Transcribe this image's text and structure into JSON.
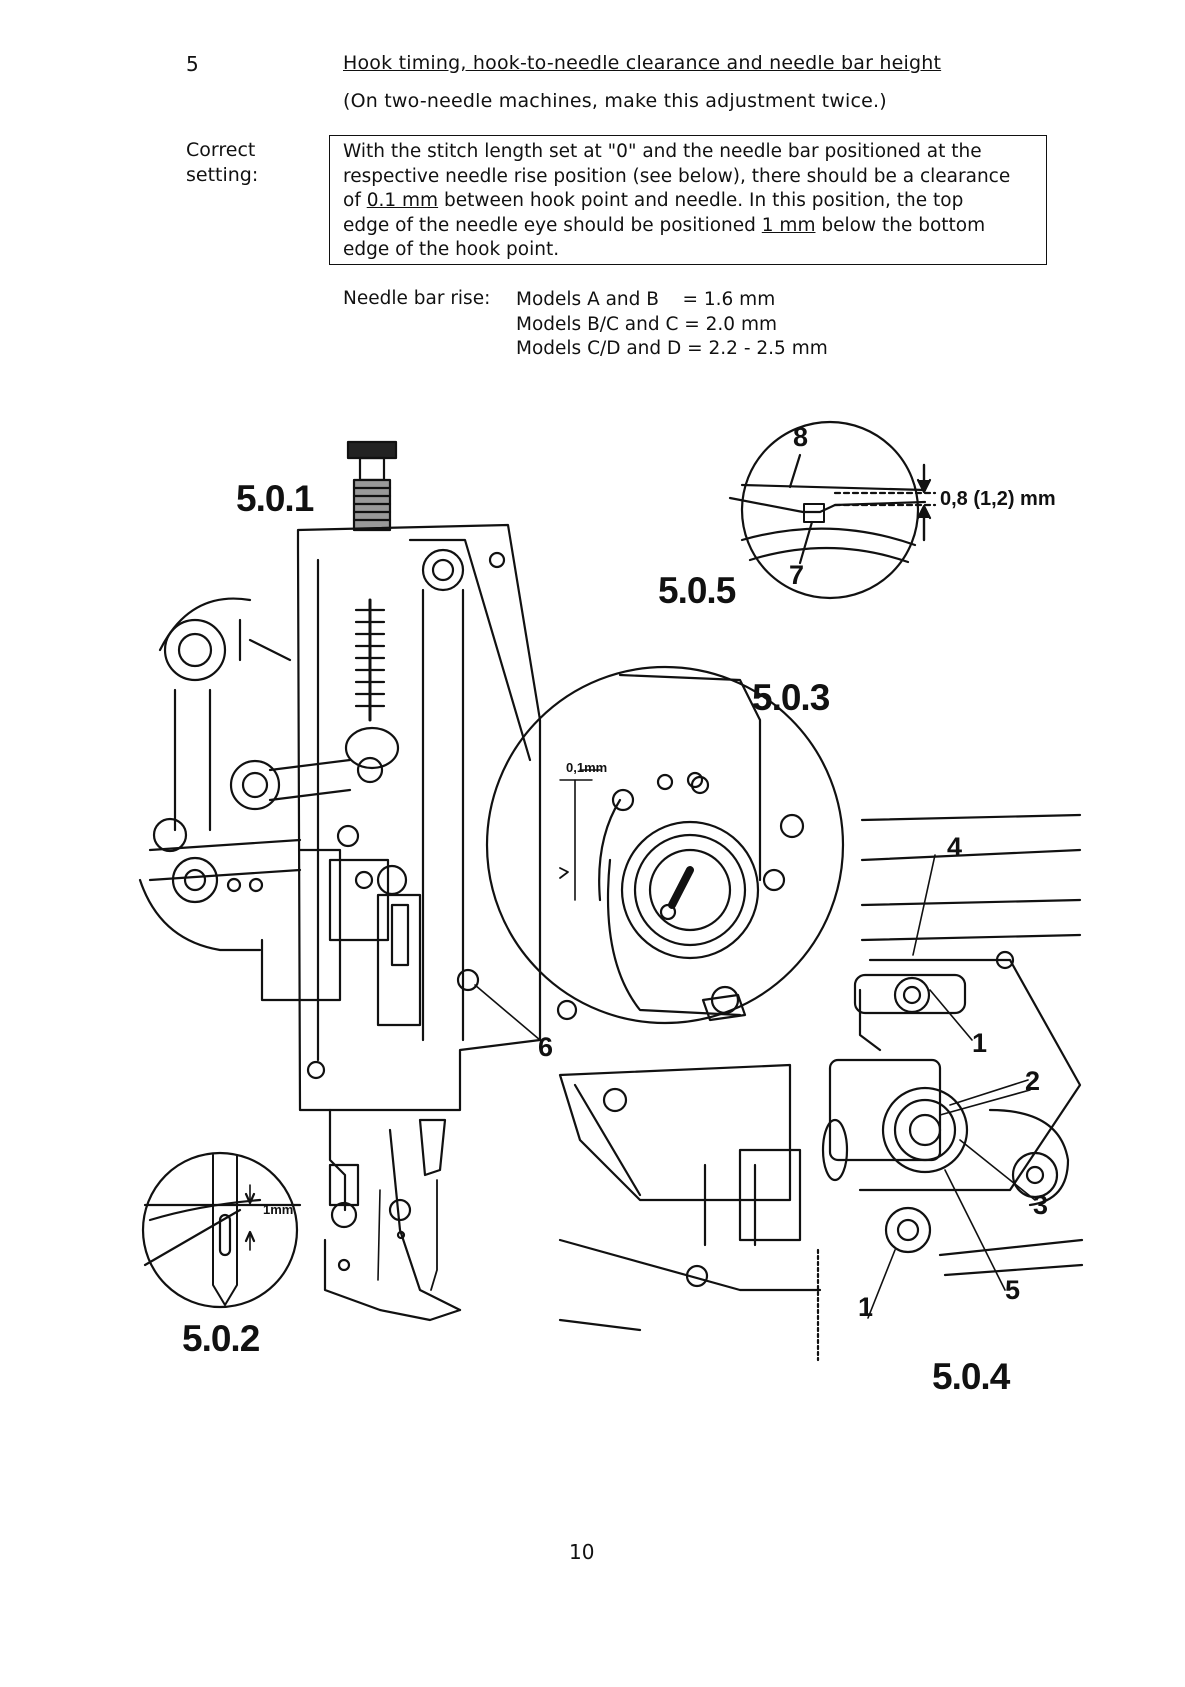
{
  "section": {
    "number": "5",
    "heading": "Hook timing, hook-to-needle clearance and needle bar height",
    "subheading": "(On two-needle machines, make this adjustment twice.)"
  },
  "correct_setting": {
    "label_line1": "Correct",
    "label_line2": "setting:",
    "line1": "With the stitch length set at \"0\" and the needle bar positioned at the",
    "line2": "respective needle rise position (see below), there should be a clearance",
    "line3_pre": "of ",
    "line3_u": "0.1 mm",
    "line3_post": " between hook point and needle. In this position, the top",
    "line4_pre": "edge of the needle eye should be positioned ",
    "line4_u": "1 mm",
    "line4_post": " below the bottom",
    "line5": "edge of the hook point."
  },
  "needle_bar_rise": {
    "label": "Needle bar rise:",
    "rows": [
      "Models A and B    = 1.6 mm",
      "Models B/C and C = 2.0 mm",
      "Models C/D and D = 2.2 - 2.5 mm"
    ]
  },
  "figures": {
    "fig1": "5.0.1",
    "fig2": "5.0.2",
    "fig3": "5.0.3",
    "fig4": "5.0.4",
    "fig5": "5.0.5"
  },
  "measurements": {
    "needle_eye": "1mm",
    "hook_clearance": "0,1mm",
    "needle_bar_height": "0,8 (1,2) mm"
  },
  "callouts": [
    "1",
    "1",
    "2",
    "3",
    "4",
    "5",
    "6",
    "7",
    "8"
  ],
  "page_number": "10"
}
